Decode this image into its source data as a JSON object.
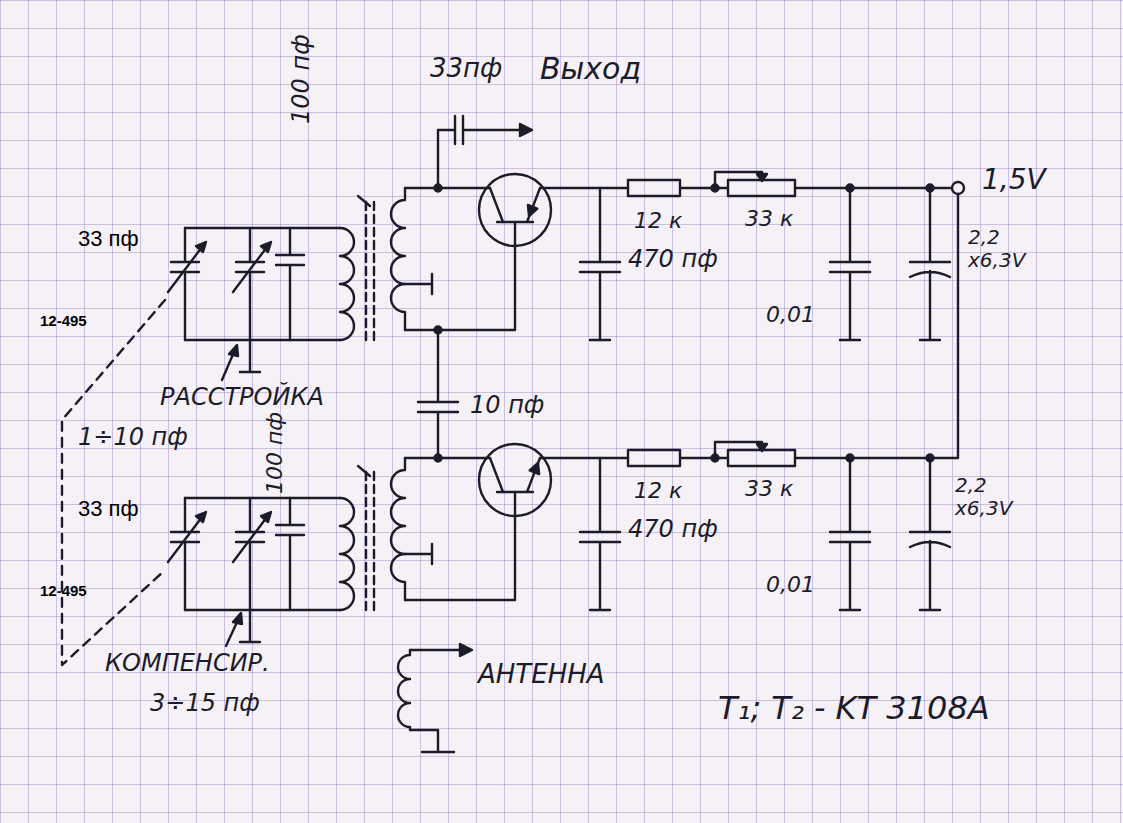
{
  "diagram": {
    "labels": [
      "33пф",
      "Выход",
      "100 пф",
      "33 пф",
      "12-495",
      "РАССТРОЙКА",
      "1÷10 пф",
      "470 пф",
      "12 к",
      "33 к",
      "0,01",
      "2,2 x6,3V",
      "1,5V",
      "10 пф",
      "100 пф",
      "33 пф",
      "12-495",
      "КОМПЕНСИР.",
      "3÷15 пф",
      "470 пф",
      "12 к",
      "33 к",
      "0,01",
      "2,2 x6,3V",
      "АНТЕННА",
      "T₁; T₂ - KT 3108A"
    ]
  }
}
